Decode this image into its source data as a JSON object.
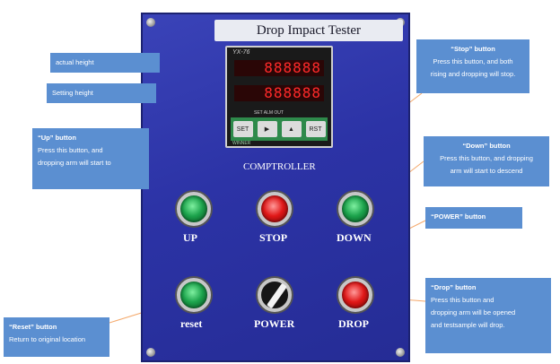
{
  "panel": {
    "title": "Drop Impact Tester",
    "controller": {
      "model": "YX-76",
      "display_top": "888888",
      "display_bottom": "888888",
      "indicator_labels": "SET  ALM  OUT",
      "keys": [
        "SET",
        "▶",
        "▲",
        "RST"
      ],
      "brand": "WINNER",
      "caption": "COMPTROLLER"
    },
    "buttons": [
      {
        "id": "up",
        "label": "UP",
        "color": "green"
      },
      {
        "id": "stop",
        "label": "STOP",
        "color": "red"
      },
      {
        "id": "down",
        "label": "DOWN",
        "color": "green"
      },
      {
        "id": "reset",
        "label": "reset",
        "color": "green"
      },
      {
        "id": "power",
        "label": "POWER",
        "color": "knob"
      },
      {
        "id": "drop",
        "label": "DROP",
        "color": "red"
      }
    ]
  },
  "callouts": {
    "actual_height": {
      "title": "actual height"
    },
    "setting_height": {
      "title": "Setting height"
    },
    "stop": {
      "title": "“Stop” button",
      "lines": [
        "Press this button, and both",
        "rising and dropping will stop."
      ]
    },
    "up": {
      "title": "“Up” button",
      "lines": [
        "Press this button, and",
        "dropping arm will start to"
      ]
    },
    "down": {
      "title": "“Down” button",
      "lines": [
        "Press this button, and dropping",
        "arm will start to descend"
      ]
    },
    "power": {
      "title": "“POWER” button"
    },
    "drop": {
      "title": "“Drop” button",
      "lines": [
        "Press this button and",
        "dropping arm will be opened",
        "and testsample will drop."
      ]
    },
    "reset": {
      "title": "“Reset” button",
      "lines": [
        "Return to original location"
      ]
    }
  },
  "colors": {
    "panel": "#2c33a6",
    "callout": "#5b8fd1",
    "leader_line": "#f4a86a"
  }
}
